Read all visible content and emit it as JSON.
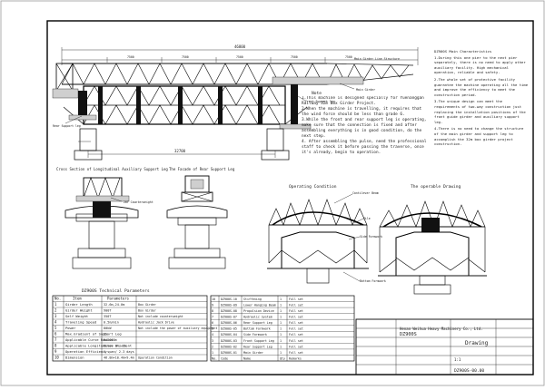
{
  "main_title": "Overall Drawing of Bridge Girder Erecting Machine",
  "dims": {
    "total": "46800",
    "span": "32700",
    "segments": [
      "7500",
      "7500",
      "7500",
      "7500",
      "7500"
    ],
    "lower_left": "32700"
  },
  "labels": {
    "front_support_leg": "Front Support leg",
    "rear_support_leg": "Rear Support leg",
    "main_girder": "Main Girder",
    "main_girder_line": "Main Girder Line Structure",
    "cross_section_title": "Cross Section of Longitudinal Auxiliary Support Leg",
    "facade_title": "The Facade of Rear Support Leg",
    "counterweight": "20T Counterweight",
    "operating_condition": "Operating Condition",
    "operable_drawing": "The operable Drawing",
    "cantilever_beam": "Cantilever Beam",
    "pile": "Pile",
    "side_formwork": "Side Formwork",
    "bottom_formwork": "Bottom Formwork"
  },
  "notes": {
    "heading": "Note",
    "items": [
      "1.This machine is designed specially for Yuenanggan Railway 32m Box Girder Project.",
      "2.When the machine is travelling, it requires that the wind force should be less than grade 6.",
      "3.While the front and rear support leg is operating, make sure that the connection is fixed and after assembling everything is in good condition, do the next step.",
      "4. After assembling the pulse, need the professional staff to check it before passing the traverse, once it's already, begin to operation."
    ]
  },
  "characteristics": {
    "heading": "DZ900S Main Characteristics",
    "items": [
      "1.During this one pier to the next pier separately, there is no need to apply other auxiliary facility. High mechanical operation, reliable and safety.",
      "2.The whole set of protective facility guarantee the machine operating all the time and improve the efficiency to meet the construction period.",
      "3.The unique design can meet the requirements of two-way construction just replacing the installation positions of the front guide girder and auxiliary support leg.",
      "4.There is no need to change the structure of the main girder and support leg to accomplish the 32m box girder project construction."
    ]
  },
  "param_table": {
    "title": "DZ900S Technical Parameters",
    "headers": [
      "No.",
      "Item",
      "Parameters"
    ],
    "rows": [
      [
        "1",
        "Girder Length",
        "32.6m,24.0m",
        "Box Girder"
      ],
      [
        "2",
        "Girder Weight",
        "900T",
        "Box Girder"
      ],
      [
        "3",
        "Self Weight",
        "350T",
        "Not include counterweight"
      ],
      [
        "4",
        "Traveling Speed",
        "0.5m/min",
        "Hydraulic Jack Drive"
      ],
      [
        "5",
        "Power",
        "80kW",
        "Not include the power of auxiliary equipment"
      ],
      [
        "6",
        "Max.Gradient of Support Leg",
        "3%",
        ""
      ],
      [
        "7",
        "Applicable Curve Radius",
        "R≥2000m",
        ""
      ],
      [
        "8",
        "Applicable Longitudinal Gradient",
        "Below 3%; 1%",
        ""
      ],
      [
        "9",
        "Operation Efficiency",
        "1 span/ 2-3 days",
        ""
      ],
      [
        "10",
        "Dimension",
        "46.8m×10.4m×9.4m",
        "Operation Condition"
      ]
    ]
  },
  "parts_table": {
    "headers": [
      "No.",
      "Code",
      "Name",
      "Qty",
      "Remarks"
    ],
    "rows": [
      [
        "10",
        "DZ900S-10",
        "Stiffening",
        "1",
        "Full set"
      ],
      [
        "9",
        "DZ900S-09",
        "Lower Hanging Beam",
        "1",
        "Full set"
      ],
      [
        "8",
        "DZ900S-08",
        "Propulsion Device",
        "1",
        "Full set"
      ],
      [
        "7",
        "DZ900S-07",
        "Hydraulic System",
        "1",
        "Full set"
      ],
      [
        "6",
        "DZ900S-06",
        "Rear Support Leg",
        "1",
        "Full set"
      ],
      [
        "5",
        "DZ900S-05",
        "Bottom Formwork",
        "1",
        "Full set"
      ],
      [
        "4",
        "DZ900S-04",
        "Side Formwork",
        "1",
        "Full set"
      ],
      [
        "3",
        "DZ900S-03",
        "Front Support Leg",
        "1",
        "Full set"
      ],
      [
        "2",
        "DZ900S-02",
        "Rear Support Leg",
        "1",
        "Full set"
      ],
      [
        "1",
        "DZ900S-01",
        "Main Girder",
        "1",
        "Full set"
      ]
    ]
  },
  "title_block": {
    "company": "Henan Weihua Heavy Machinery Co., Ltd.",
    "model": "DZ900S",
    "drawing": "Drawing",
    "code": "DZ900S-00.00",
    "scale": "1:1"
  }
}
